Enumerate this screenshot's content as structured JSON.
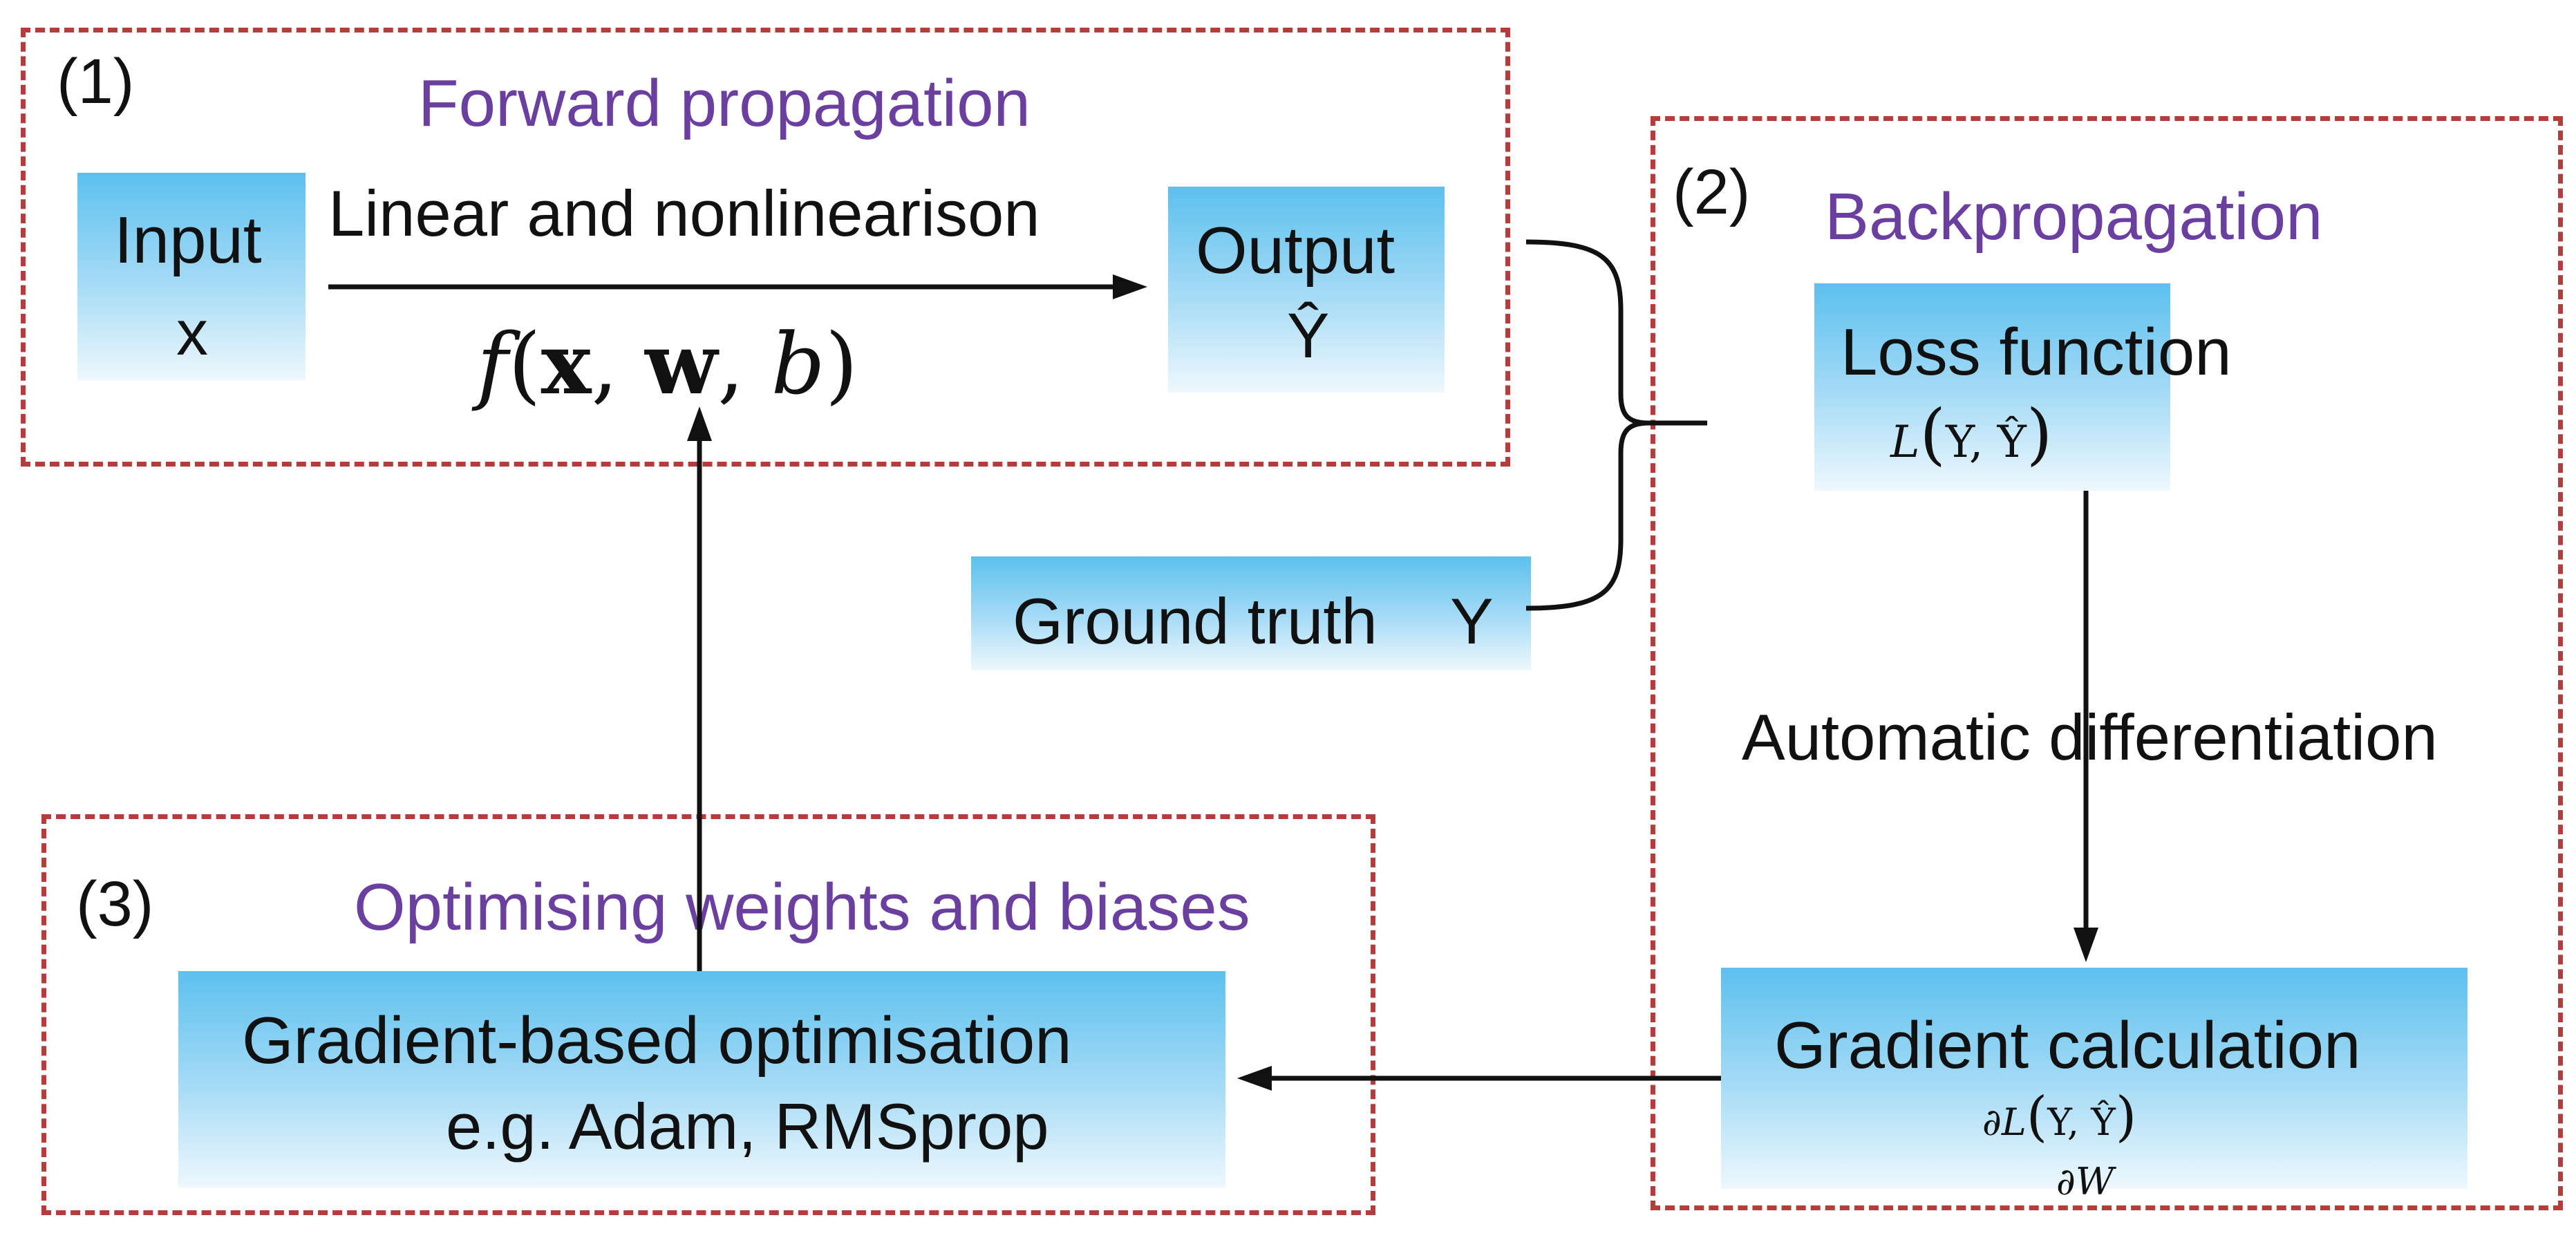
{
  "sections": {
    "forward": {
      "number": "(1)",
      "title": "Forward propagation"
    },
    "backprop": {
      "number": "(2)",
      "title": "Backpropagation"
    },
    "optimise": {
      "number": "(3)",
      "title": "Optimising weights and biases"
    }
  },
  "forward": {
    "input_line1": "Input",
    "input_line2": "x",
    "arrow_label": "Linear and nonlinearison",
    "formula_f": "f",
    "formula_open": "(",
    "formula_x": "x",
    "formula_comma1": ",",
    "formula_w": "w",
    "formula_comma2": ",",
    "formula_b": "b",
    "formula_close": ")",
    "output_line1": "Output",
    "output_line2": "Ŷ"
  },
  "ground_truth": {
    "label": "Ground truth",
    "symbol": "Y"
  },
  "backprop": {
    "loss_title": "Loss function",
    "loss_L": "L",
    "loss_open": "(",
    "loss_args": "Y, Ŷ",
    "loss_close": ")",
    "arrow_label": "Automatic differentiation",
    "gradient_title": "Gradient calculation",
    "grad_numerator_prefix": "∂L",
    "grad_numerator_open": "(",
    "grad_numerator_args": "Y, Ŷ",
    "grad_numerator_close": ")",
    "grad_denominator": "∂W"
  },
  "optimise": {
    "line1": "Gradient-based optimisation",
    "line2": "e.g. Adam,  RMSprop"
  },
  "colors": {
    "border": "#b43c3c",
    "title": "#6a3fa0",
    "box_top": "#5cc0ee",
    "box_bottom": "#eef8fd",
    "arrow": "#111111"
  }
}
